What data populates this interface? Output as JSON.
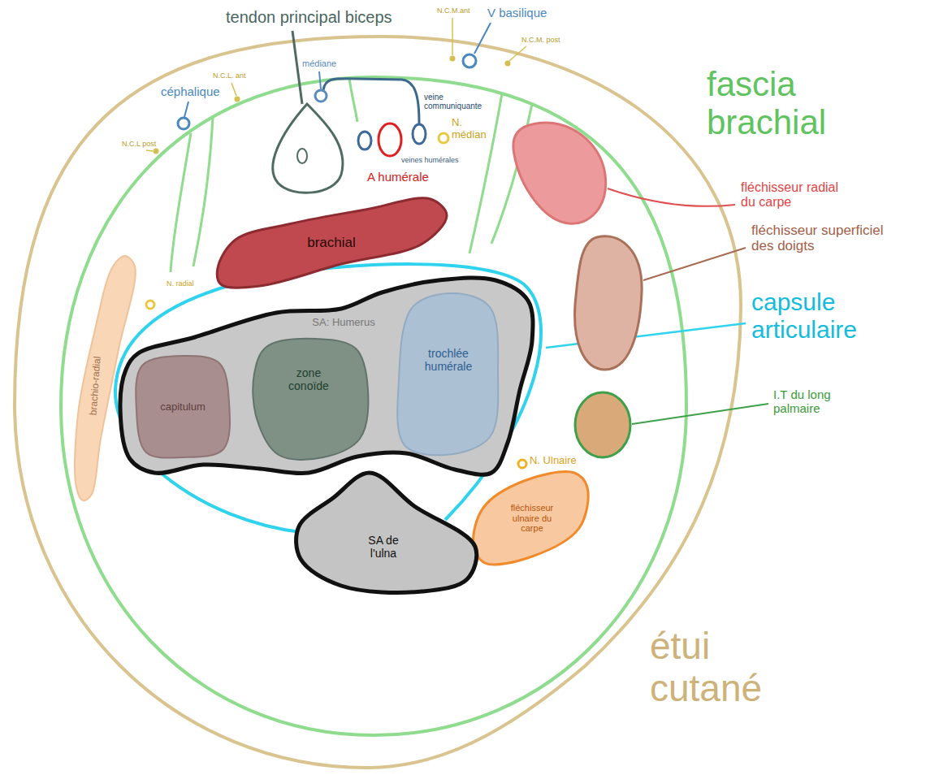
{
  "diagram": {
    "nodes": [
      {
        "text": [
          "brachial"
        ]
      },
      {
        "text": [
          "brachio-radial"
        ]
      },
      {
        "text": [
          "SA: Humerus"
        ]
      },
      {
        "text": [
          "capitulum"
        ],
        "in": 2
      },
      {
        "text": [
          "zone conoïde"
        ],
        "in": 2
      },
      {
        "text": [
          "trochlée humérale"
        ],
        "in": 2
      },
      {
        "text": [
          "fléchisseur ulnaire du carpe"
        ]
      },
      {
        "text": [
          "SA de l'ulna"
        ]
      }
    ],
    "labels": [
      "tendon principal biceps",
      "N.C.M.ant",
      "V basilique",
      "N.C.M. post",
      "médiane",
      "N.C.L. ant",
      "céphalique",
      "veine communiquante",
      "N. médian",
      "N.C.L post",
      "A humérale",
      "veines humérales",
      "fascia brachial",
      "fléchisseur radial du carpe",
      "fléchisseur superficiel des doigts",
      "N. radial",
      "capsule articulaire",
      "I.T du long palmaire",
      "N. Ulnaire",
      "étui cutané"
    ]
  }
}
